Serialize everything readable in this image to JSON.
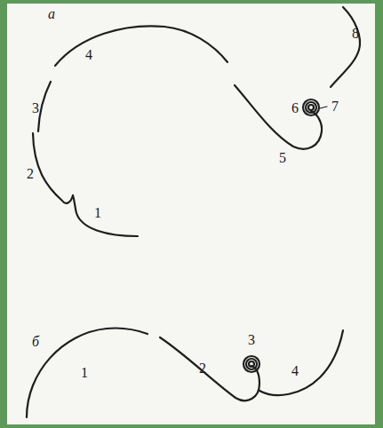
{
  "diagram": {
    "labels": [
      "а",
      "4",
      "8",
      "3",
      "6",
      "7",
      "5",
      "2",
      "1",
      "б",
      "1",
      "2",
      "3",
      "4"
    ]
  }
}
